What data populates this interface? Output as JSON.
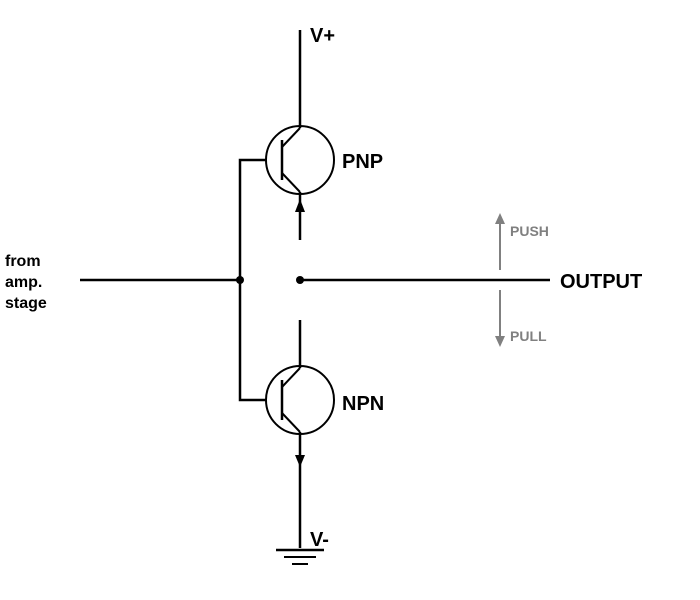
{
  "labels": {
    "vplus": "V+",
    "vminus": "V-",
    "pnp": "PNP",
    "npn": "NPN",
    "output": "OUTPUT",
    "push": "PUSH",
    "pull": "PULL",
    "input_line1": "from",
    "input_line2": "amp.",
    "input_line3": "stage"
  },
  "colors": {
    "wire": "#000000",
    "direction_arrows": "#808080"
  }
}
